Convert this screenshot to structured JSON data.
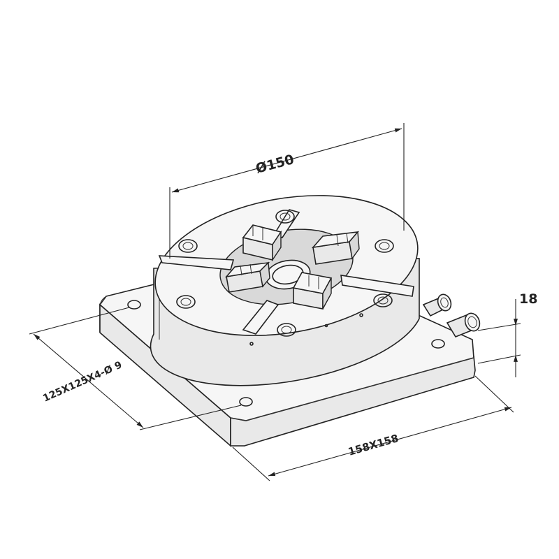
{
  "dimensions": {
    "diameter": "Ø150",
    "height": "18",
    "base": "158X158",
    "holes": "125X125X4-Ø 9"
  }
}
